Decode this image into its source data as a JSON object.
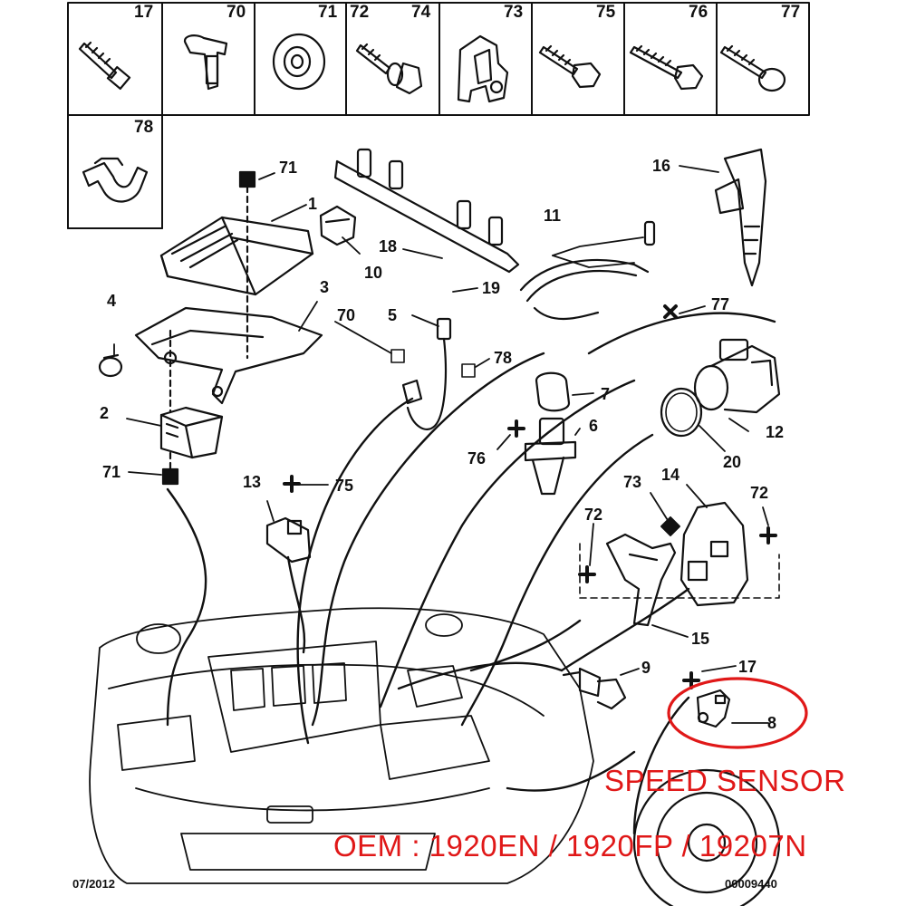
{
  "header": {
    "p17": "17",
    "p70": "70",
    "p71": "71",
    "p72": "72",
    "p74": "74",
    "p73": "73",
    "p75": "75",
    "p76": "76",
    "p77": "77",
    "p78": "78"
  },
  "labels": {
    "l71a": "71",
    "l1": "1",
    "l18": "18",
    "l10": "10",
    "l19": "19",
    "l3": "3",
    "l4": "4",
    "l70": "70",
    "l5": "5",
    "l78": "78",
    "l11": "11",
    "l16": "16",
    "l77": "77",
    "l7": "7",
    "l6": "6",
    "l76": "76",
    "l12": "12",
    "l20": "20",
    "l2": "2",
    "l71b": "71",
    "l13": "13",
    "l75": "75",
    "l73": "73",
    "l14": "14",
    "l72a": "72",
    "l72b": "72",
    "l15": "15",
    "l9": "9",
    "l17": "17",
    "l8": "8"
  },
  "annotation": {
    "title": "SPEED SENSOR",
    "oem": "OEM : 1920EN / 1920FP / 19207N",
    "color": "#e01818"
  },
  "footer": {
    "date": "07/2012",
    "ref": "00009440"
  }
}
